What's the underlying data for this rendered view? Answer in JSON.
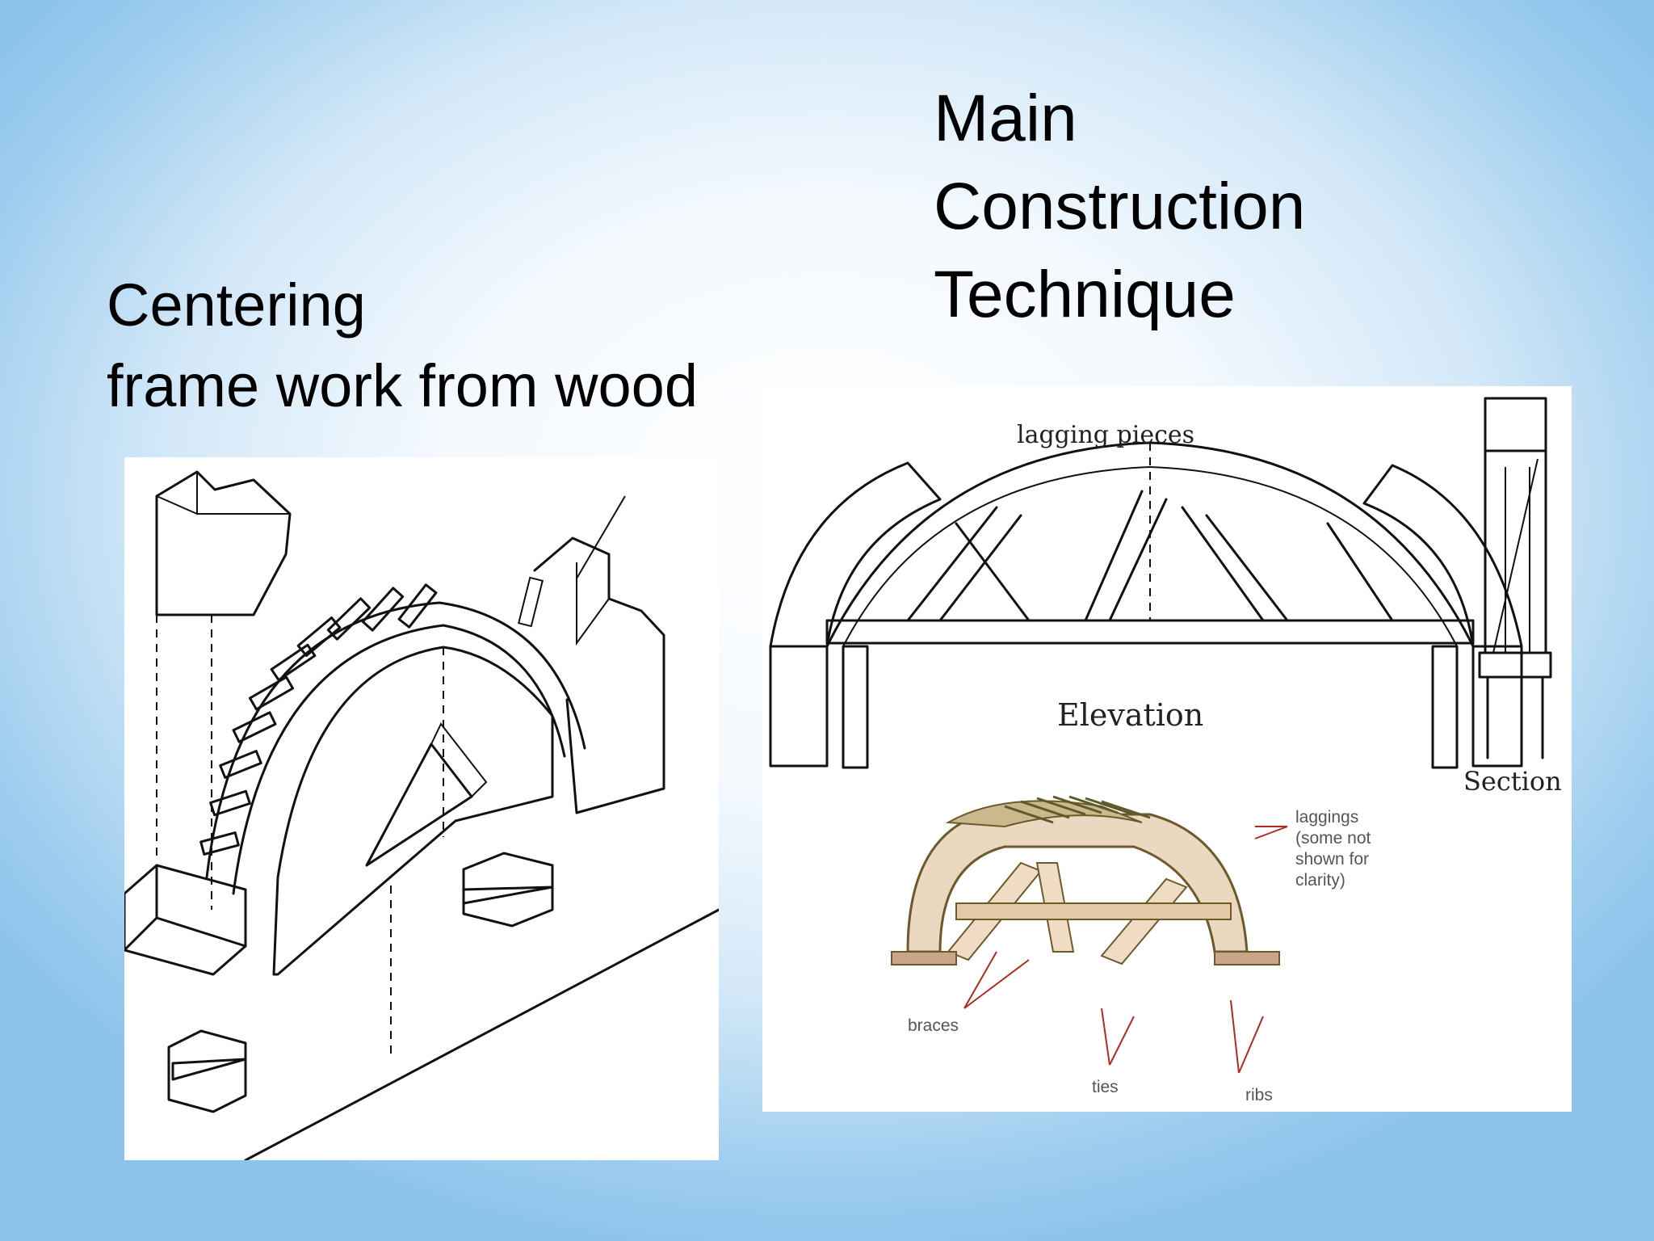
{
  "slide": {
    "title_lines": [
      "Main",
      "Construction",
      "Technique"
    ],
    "subtitle_lines": [
      "Centering",
      "frame work from wood"
    ]
  },
  "right_diagram": {
    "elevation_label": "Elevation",
    "lagging_label": "lagging pieces",
    "section_label": "Section",
    "callouts": {
      "laggings": [
        "laggings",
        "(some not",
        "shown for",
        "clarity)"
      ],
      "braces": "braces",
      "ties": "ties",
      "ribs": "ribs"
    }
  }
}
